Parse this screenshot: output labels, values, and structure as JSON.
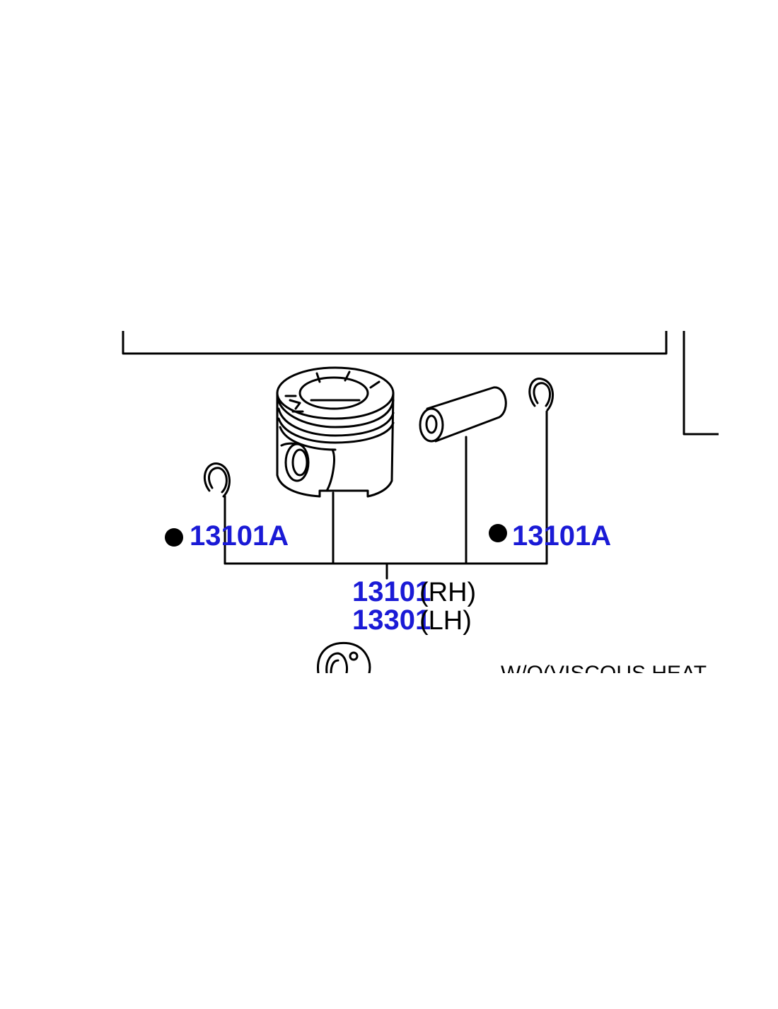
{
  "colors": {
    "background": "#ffffff",
    "line": "#000000",
    "part_link": "#1a1ad6"
  },
  "callouts": {
    "left_clip": {
      "marker": "●",
      "part_no": "13101A"
    },
    "right_clip": {
      "marker": "●",
      "part_no": "13101A"
    },
    "piston_rh": {
      "part_no": "13101",
      "qualifier": "(RH)"
    },
    "piston_lh": {
      "part_no": "13301",
      "qualifier": "(LH)"
    }
  },
  "notes": {
    "cut_off_note": "W/O(VISCOUS HEAT"
  }
}
